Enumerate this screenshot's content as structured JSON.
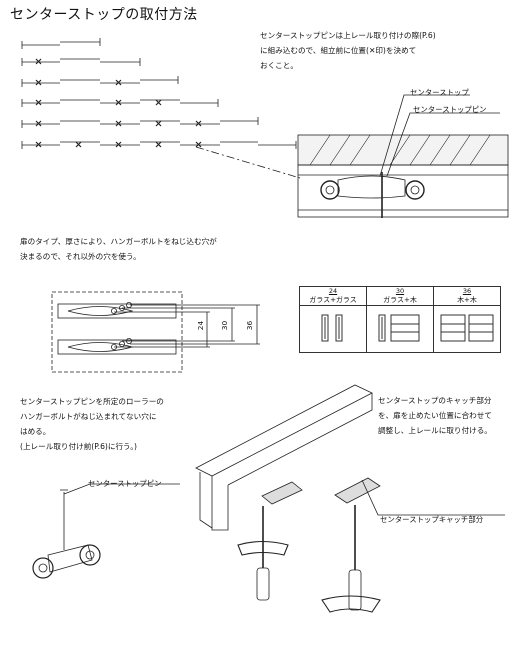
{
  "page": {
    "title": "センターストップの取付方法"
  },
  "notes": {
    "pin_note": [
      "センターストップピンは上レール取り付けの際(P.6)",
      "に組み込むので、組立前に位置(✕印)を決めて",
      "おくこと。"
    ],
    "bolt_note": [
      "扉のタイプ、厚さにより、ハンガーボルトをねじ込む穴が",
      "決まるので、それ以外の穴を使う。"
    ],
    "roller_note": [
      "センターストップピンを所定のローラーの",
      "ハンガーボルトがねじ込まれてない穴に",
      "はめる。",
      "(上レール取り付け前(P.6)に行う。)"
    ],
    "catch_note": [
      "センターストップのキャッチ部分",
      "を、扉を止めたい位置に合わせて",
      "調整し、上レールに取り付ける。"
    ]
  },
  "labels": {
    "center_stop": "センターストップ",
    "center_stop_pin": "センターストップピン",
    "center_stop_pin_2": "センターストップピン",
    "catch_part": "センターストップキャッチ部分"
  },
  "dimensions": {
    "d24": "24",
    "d30": "30",
    "d36": "36"
  },
  "table": {
    "columns": [
      {
        "num": "24",
        "label": "ガラス+ガラス"
      },
      {
        "num": "30",
        "label": "ガラス+木"
      },
      {
        "num": "36",
        "label": "木+木"
      }
    ]
  }
}
